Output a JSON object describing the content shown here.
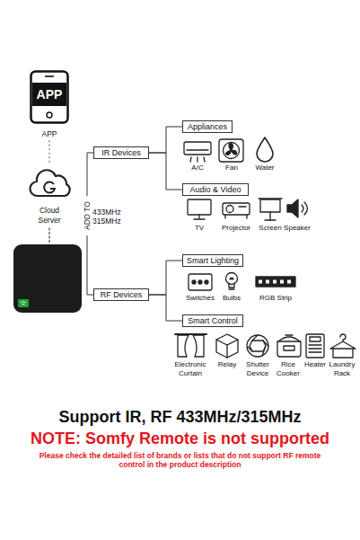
{
  "diagram": {
    "nodes": [
      {
        "text": [
          "APP",
          "APP"
        ]
      },
      {
        "text": [
          "Cloud Server"
        ]
      },
      {
        "text": [
          "IR Devices"
        ]
      },
      {
        "text": [
          "Appliances"
        ]
      },
      {
        "text": [
          "Audio & Video"
        ]
      },
      {
        "text": [
          "RF Devices"
        ]
      },
      {
        "text": [
          "Smart Lighting"
        ]
      },
      {
        "text": [
          "Smart Control"
        ]
      }
    ],
    "edges": [
      {
        "from": 0,
        "to": 1,
        "arrow": "none"
      },
      {
        "from": 2,
        "to": 3,
        "arrow": "none"
      },
      {
        "from": 2,
        "to": 4,
        "arrow": "none"
      },
      {
        "from": 5,
        "to": 6,
        "arrow": "none"
      },
      {
        "from": 5,
        "to": 7,
        "arrow": "none"
      }
    ],
    "labels": [
      "ADD TO",
      "433MHz 315MHz",
      "A/C",
      "Fan",
      "Water",
      "TV",
      "Projector",
      "Screen",
      "Speaker",
      "Switches",
      "Bulbs",
      "RGB Strip",
      "Electronic Curtain",
      "Relay",
      "Shutter Device",
      "Rice Cooker",
      "Heater",
      "Laundry Rack",
      "Support IR, RF 433MHz/315MHz",
      "NOTE: Somfy Remote is not supported",
      "Please check the detailed list of brands or lists that do not support RF remote control in the product description"
    ]
  }
}
